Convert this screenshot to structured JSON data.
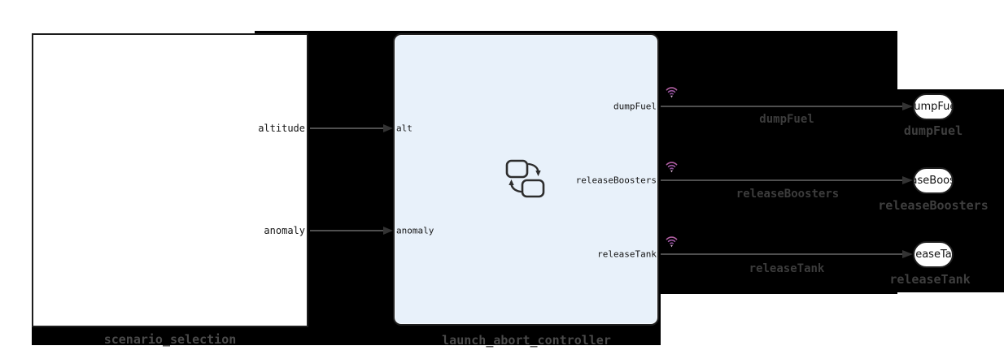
{
  "colors": {
    "canvas_background": "#000000",
    "page_margin": "#ffffff",
    "chart_fill": "#e8f1fa",
    "block_border": "#1c1c1c",
    "wire_gray": "#4f4f4f",
    "annotation_gray": "#454545",
    "wifi_purple": "#9a55a0"
  },
  "scenario_block": {
    "name": "scenario_selection",
    "output_port_labels": [
      "altitude",
      "anomaly"
    ]
  },
  "chart_block": {
    "name": "launch_abort_controller",
    "input_port_labels": [
      "alt",
      "anomaly"
    ],
    "output_port_labels": [
      "dumpFuel",
      "releaseBoosters",
      "releaseTank"
    ]
  },
  "signals": {
    "outputs": [
      {
        "name": "dumpFuel"
      },
      {
        "name": "releaseBoosters"
      },
      {
        "name": "releaseTank"
      }
    ]
  },
  "outports": [
    {
      "display_text": "dumpFuel",
      "caption": "dumpFuel"
    },
    {
      "display_text": "releaseBoosters",
      "caption": "releaseBoosters"
    },
    {
      "display_text": "releaseTank",
      "caption": "releaseTank"
    }
  ],
  "icons": {
    "wifi": "wireless-signal-badge",
    "chart": "state-machine-icon"
  }
}
